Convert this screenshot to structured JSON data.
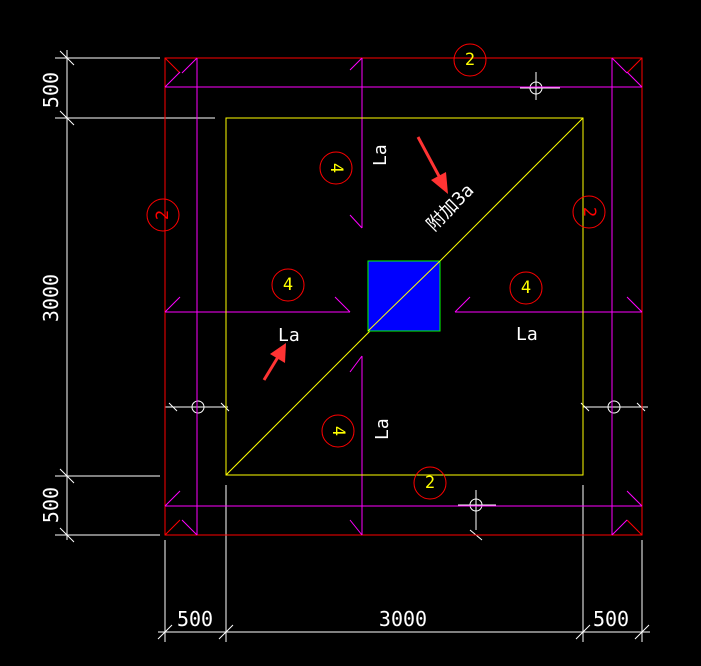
{
  "dimensions": {
    "top_left_500": "500",
    "left_3000": "3000",
    "bottom_left_500": "500",
    "bottom_500_left": "500",
    "bottom_3000": "3000",
    "bottom_500_right": "500"
  },
  "callouts": {
    "top": "2",
    "left": "2",
    "right": "2",
    "bottom": "2",
    "upper_inner": "4",
    "left_inner": "4",
    "right_inner": "4",
    "lower_inner": "4"
  },
  "labels": {
    "la_upper": "La",
    "la_left": "La",
    "la_right": "La",
    "la_lower": "La",
    "diagonal_note": "附加3a"
  },
  "colors": {
    "background": "#000000",
    "outline_red": "#ff0000",
    "rebar_magenta": "#ff00ff",
    "column_fill": "#0000ff",
    "column_edge": "#00ff00",
    "yellow": "#ffff00",
    "arrow_red": "#ff3333"
  }
}
